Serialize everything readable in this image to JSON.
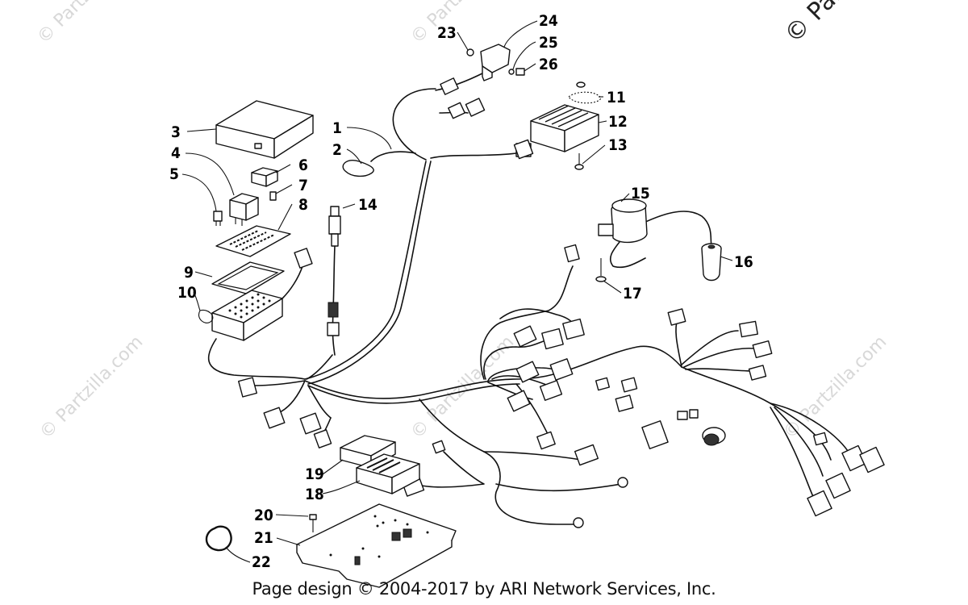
{
  "diagram": {
    "callouts": [
      {
        "num": "1"
      },
      {
        "num": "2"
      },
      {
        "num": "3"
      },
      {
        "num": "4"
      },
      {
        "num": "5"
      },
      {
        "num": "6"
      },
      {
        "num": "7"
      },
      {
        "num": "8"
      },
      {
        "num": "9"
      },
      {
        "num": "10"
      },
      {
        "num": "11"
      },
      {
        "num": "12"
      },
      {
        "num": "13"
      },
      {
        "num": "14"
      },
      {
        "num": "15"
      },
      {
        "num": "16"
      },
      {
        "num": "17"
      },
      {
        "num": "18"
      },
      {
        "num": "19"
      },
      {
        "num": "20"
      },
      {
        "num": "21"
      },
      {
        "num": "22"
      },
      {
        "num": "23"
      },
      {
        "num": "24"
      },
      {
        "num": "25"
      },
      {
        "num": "26"
      }
    ],
    "watermark": "© Partzilla.com",
    "watermark_corner": "© Partz"
  },
  "footer": {
    "text": "Page design © 2004-2017 by ARI Network Services, Inc."
  }
}
